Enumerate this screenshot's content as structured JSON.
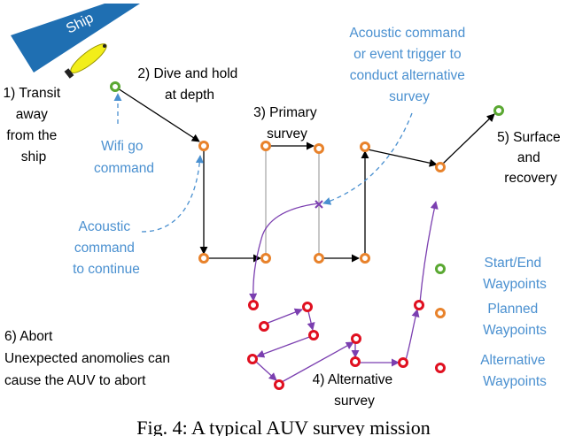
{
  "ship_label": "Ship",
  "colors": {
    "ship": "#1f6fb2",
    "auv": "#f2ee1a",
    "start_end": "#5aa832",
    "planned": "#e8822b",
    "alternative": "#e01020",
    "path_primary": "#000000",
    "path_alternative": "#7b3fb0",
    "acoustic_text": "#4a90d0",
    "gray_line": "#c8c8c8"
  },
  "labels": {
    "transit": [
      "1) Transit",
      "away",
      "from the",
      "ship"
    ],
    "dive": [
      "2) Dive and hold",
      "at depth"
    ],
    "primary": [
      "3) Primary",
      "survey"
    ],
    "alternative": [
      "4) Alternative",
      "survey"
    ],
    "surface": [
      "5) Surface",
      "and",
      "recovery"
    ],
    "abort": [
      "6) Abort",
      "Unexpected anomolies can",
      "cause the AUV to abort"
    ],
    "wifi": [
      "Wifi go",
      "command"
    ],
    "acoustic_continue": [
      "Acoustic",
      "command",
      "to continue"
    ],
    "acoustic_trigger": [
      "Acoustic command",
      "or event trigger to",
      "conduct  alternative",
      "survey"
    ]
  },
  "legend": [
    {
      "icon": "start-end-waypoint-icon",
      "lines": [
        "Start/End",
        "Waypoints"
      ]
    },
    {
      "icon": "planned-waypoint-icon",
      "lines": [
        "Planned",
        "Waypoints"
      ]
    },
    {
      "icon": "alternative-waypoint-icon",
      "lines": [
        "Alternative",
        "Waypoints"
      ]
    }
  ],
  "caption": "Fig. 4: A typical AUV survey mission"
}
